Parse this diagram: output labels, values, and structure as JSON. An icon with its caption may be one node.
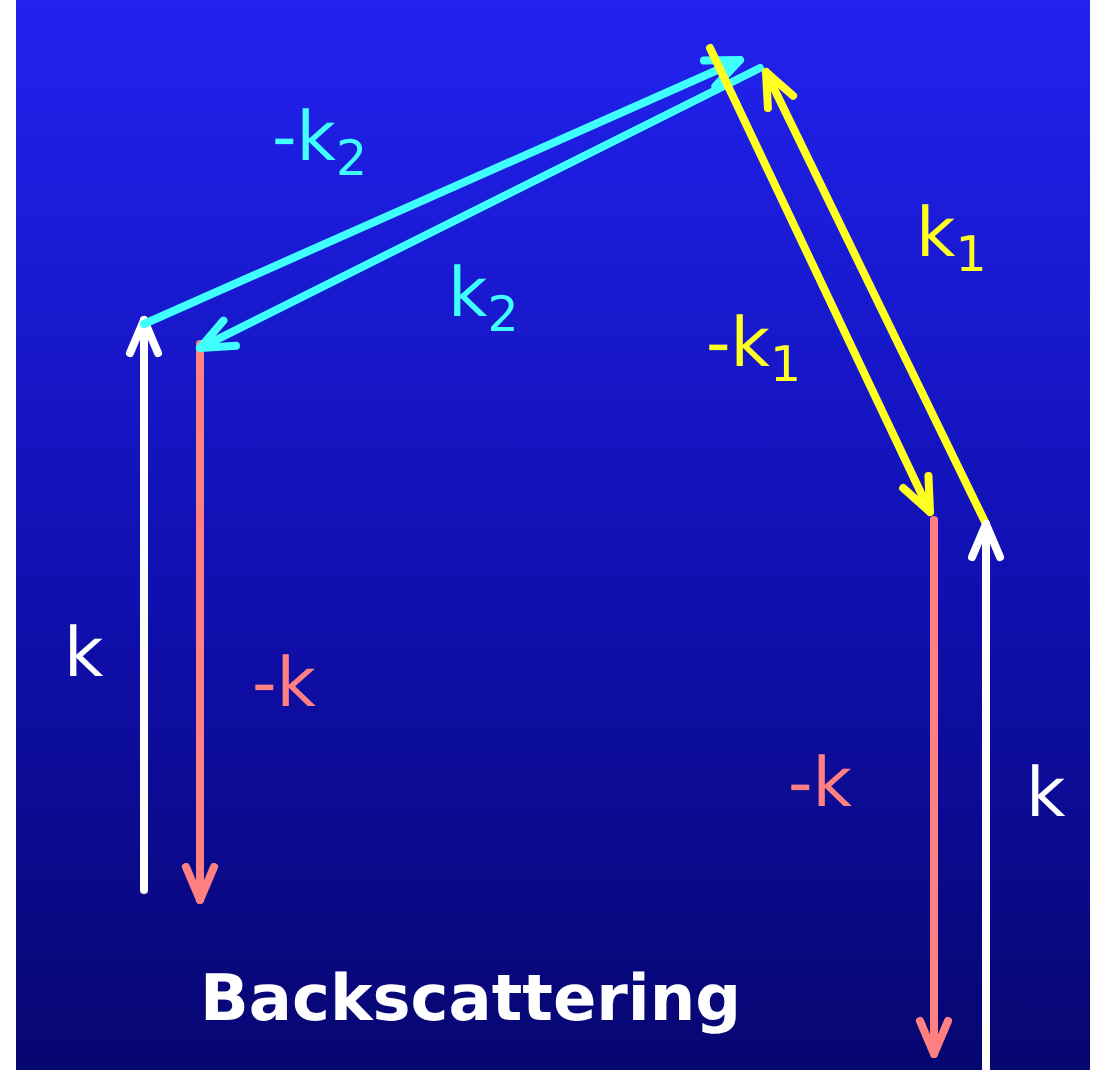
{
  "diagram": {
    "caption": "Backscattering",
    "labels": [
      "-k$_{2}$",
      "k$_{2}$",
      "k$_{1}$",
      "-k$_{1}$",
      "k",
      "-k",
      "-k",
      "k"
    ]
  }
}
